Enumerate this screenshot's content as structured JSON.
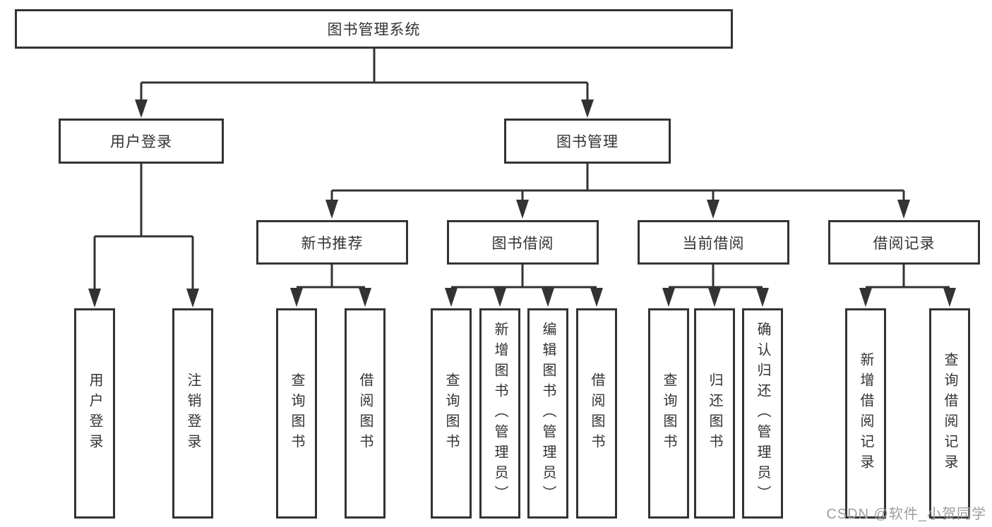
{
  "tree": {
    "root": "图书管理系统",
    "branches": [
      {
        "label": "用户登录",
        "children": [
          {
            "label": "用户登录"
          },
          {
            "label": "注销登录"
          }
        ]
      },
      {
        "label": "图书管理",
        "children": [
          {
            "label": "新书推荐",
            "children": [
              {
                "label": "查询图书"
              },
              {
                "label": "借阅图书"
              }
            ]
          },
          {
            "label": "图书借阅",
            "children": [
              {
                "label": "查询图书"
              },
              {
                "label": "新增图书（管理员）"
              },
              {
                "label": "编辑图书（管理员）"
              },
              {
                "label": "借阅图书"
              }
            ]
          },
          {
            "label": "当前借阅",
            "children": [
              {
                "label": "查询图书"
              },
              {
                "label": "归还图书"
              },
              {
                "label": "确认归还（管理员）"
              }
            ]
          },
          {
            "label": "借阅记录",
            "children": [
              {
                "label": "新增借阅记录"
              },
              {
                "label": "查询借阅记录"
              }
            ]
          }
        ]
      }
    ],
    "line_color": "#333333"
  },
  "watermark": {
    "text": "CSDN @软件_小贺同学",
    "color": "#9e9e9e"
  }
}
